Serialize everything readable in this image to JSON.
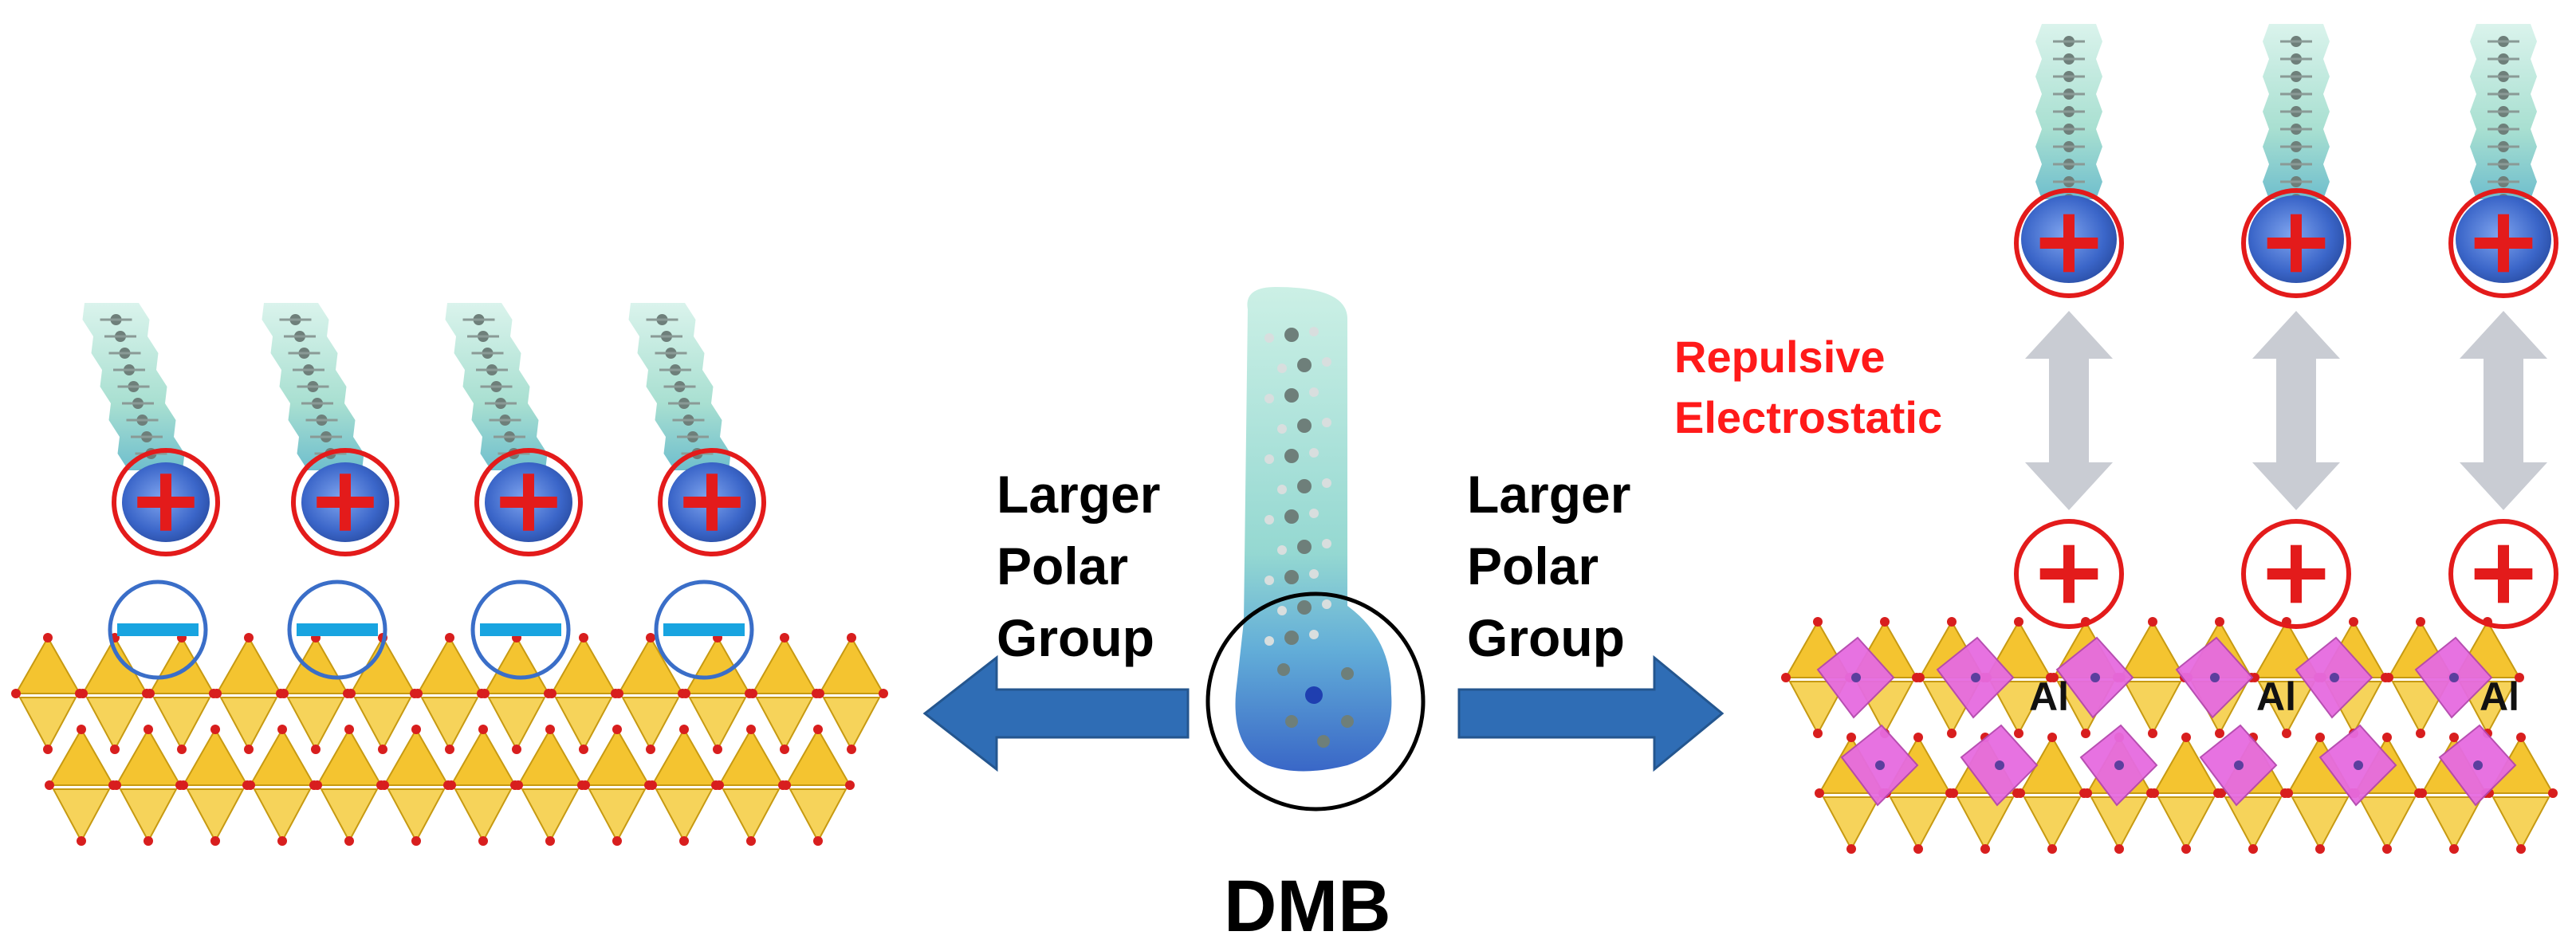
{
  "labels": {
    "left_label": [
      "Larger",
      "Polar",
      "Group"
    ],
    "right_label": [
      "Larger",
      "Polar",
      "Group"
    ],
    "repulsive_label": [
      "Repulsive",
      "Electrostatic"
    ],
    "center_label": "DMB",
    "al_labels": [
      "Al",
      "Al",
      "Al"
    ]
  },
  "colors": {
    "tail": "#8fd3c4",
    "head": "#3f6fd1",
    "positive_charge": "#e31b1b",
    "negative_charge": "#18a4e0",
    "negative_ring": "#3a6ec8",
    "tetrahedra": "#f4c430",
    "octahedra": "#e66be0",
    "oxygen": "#d81e1e",
    "arrow": "#2f6db5",
    "double_arrow": "#c9ccd3"
  }
}
